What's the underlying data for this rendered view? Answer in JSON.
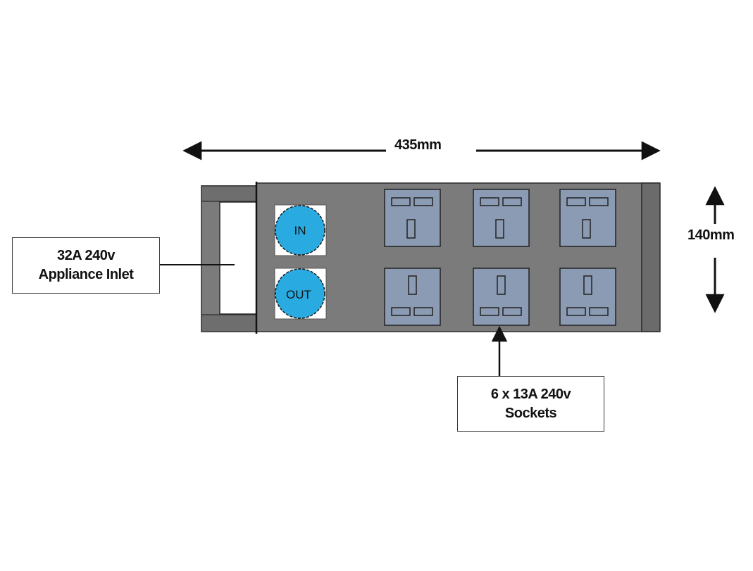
{
  "dimensions": {
    "width": "435mm",
    "height": "140mm"
  },
  "switches": {
    "in_label": "IN",
    "out_label": "OUT"
  },
  "callouts": {
    "inlet_line1": "32A 240v",
    "inlet_line2": "Appliance Inlet",
    "sockets_line1": "6 x 13A 240v",
    "sockets_line2": "Sockets"
  },
  "colors": {
    "body": "#7b7b7b",
    "body_dark": "#676767",
    "socket": "#8b9bb4",
    "switch": "#29abe2",
    "outline": "#2a2a2a"
  }
}
